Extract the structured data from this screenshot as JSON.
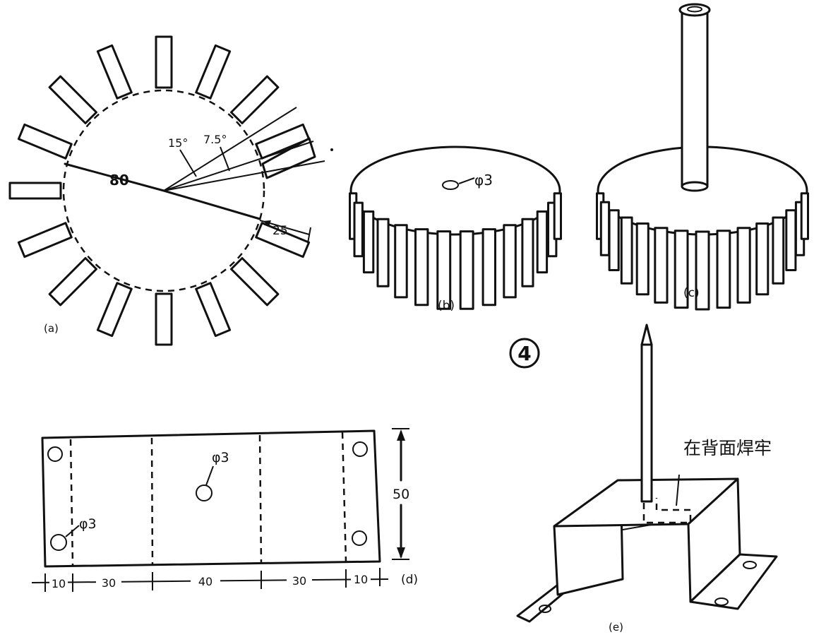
{
  "figure_number": "4",
  "panel_a": {
    "label": "(a)",
    "diameter_label": "80",
    "fin_length_label": "25",
    "angle_a_label": "15°",
    "angle_b_label": "7.5°"
  },
  "panel_b": {
    "label": "(b)",
    "hole_label": "φ3"
  },
  "panel_c": {
    "label": "(c)"
  },
  "panel_d": {
    "label": "(d)",
    "height_label": "50",
    "hole_label_center": "φ3",
    "hole_label_side": "φ3",
    "dims": [
      "10",
      "30",
      "40",
      "30",
      "10"
    ]
  },
  "panel_e": {
    "label": "(e)",
    "note": "在背面焊牢"
  }
}
